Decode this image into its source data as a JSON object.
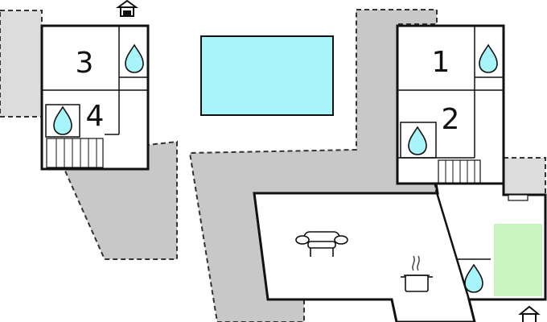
{
  "floorplan": {
    "rooms": [
      {
        "id": "room-3",
        "number": "3",
        "has_bathroom": true
      },
      {
        "id": "room-4",
        "number": "4",
        "has_bathroom": true
      },
      {
        "id": "room-1",
        "number": "1",
        "has_bathroom": true
      },
      {
        "id": "room-2",
        "number": "2",
        "has_bathroom": true
      }
    ],
    "features": [
      "pool",
      "living-room-sofa",
      "kitchen-pot",
      "terrace",
      "garden",
      "entrance"
    ],
    "colors": {
      "wall": "#000000",
      "terrace": "#c8c8c8",
      "terrace_light": "#dcdcdc",
      "pool": "#a8f4fb",
      "garden": "#c8f5bf",
      "water_drop": "#a8f4fb"
    },
    "icons": [
      "water-drop-icon",
      "sofa-icon",
      "cooking-pot-icon",
      "house-entrance-icon",
      "staircase"
    ]
  }
}
